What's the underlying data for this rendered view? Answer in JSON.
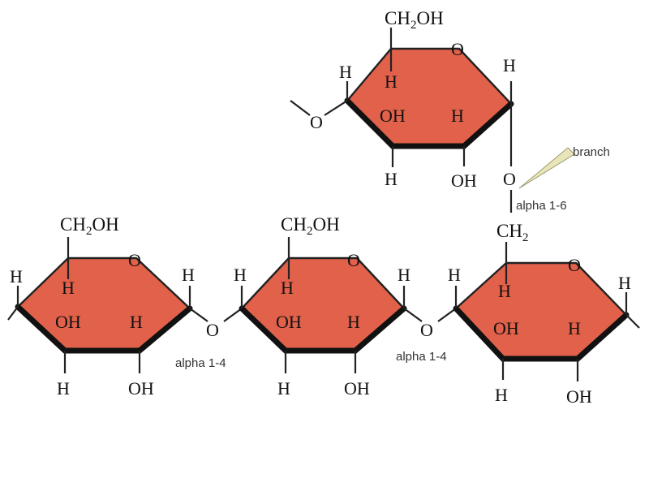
{
  "ring_color": "#e2614a",
  "ring_edge_color": "#222222",
  "arrow_color": "#e8e6b8",
  "top_unit": {
    "ch2oh": "CH2OH",
    "ring_o": "O",
    "h_c4": "H",
    "h_c5": "H",
    "h_c1": "H",
    "oh_c3": "OH",
    "h_c2": "H",
    "h_c3": "H",
    "oh_c2": "OH",
    "link_o": "O",
    "link_o_c1": "O"
  },
  "left_unit": {
    "ch2oh": "CH2OH",
    "ring_o": "O",
    "h_c4": "H",
    "h_c5": "H",
    "h_c1": "H",
    "oh_c3": "OH",
    "h_c2": "H",
    "h_c3": "H",
    "oh_c2": "OH"
  },
  "middle_unit": {
    "ch2oh": "CH2OH",
    "ring_o": "O",
    "h_c4": "H",
    "h_c5": "H",
    "h_c1": "H",
    "oh_c3": "OH",
    "h_c2": "H",
    "h_c3": "H",
    "oh_c2": "OH"
  },
  "right_unit": {
    "ch2": "CH2",
    "ring_o": "O",
    "h_c4": "H",
    "h_c5": "H",
    "h_c1": "H",
    "oh_c3": "OH",
    "h_c2": "H",
    "h_c3": "H",
    "oh_c2": "OH"
  },
  "glycosidic_o_1": "O",
  "glycosidic_o_2": "O",
  "labels": {
    "alpha_1_4_left": "alpha 1-4",
    "alpha_1_4_right": "alpha 1-4",
    "alpha_1_6": "alpha 1-6",
    "branch": "branch"
  }
}
